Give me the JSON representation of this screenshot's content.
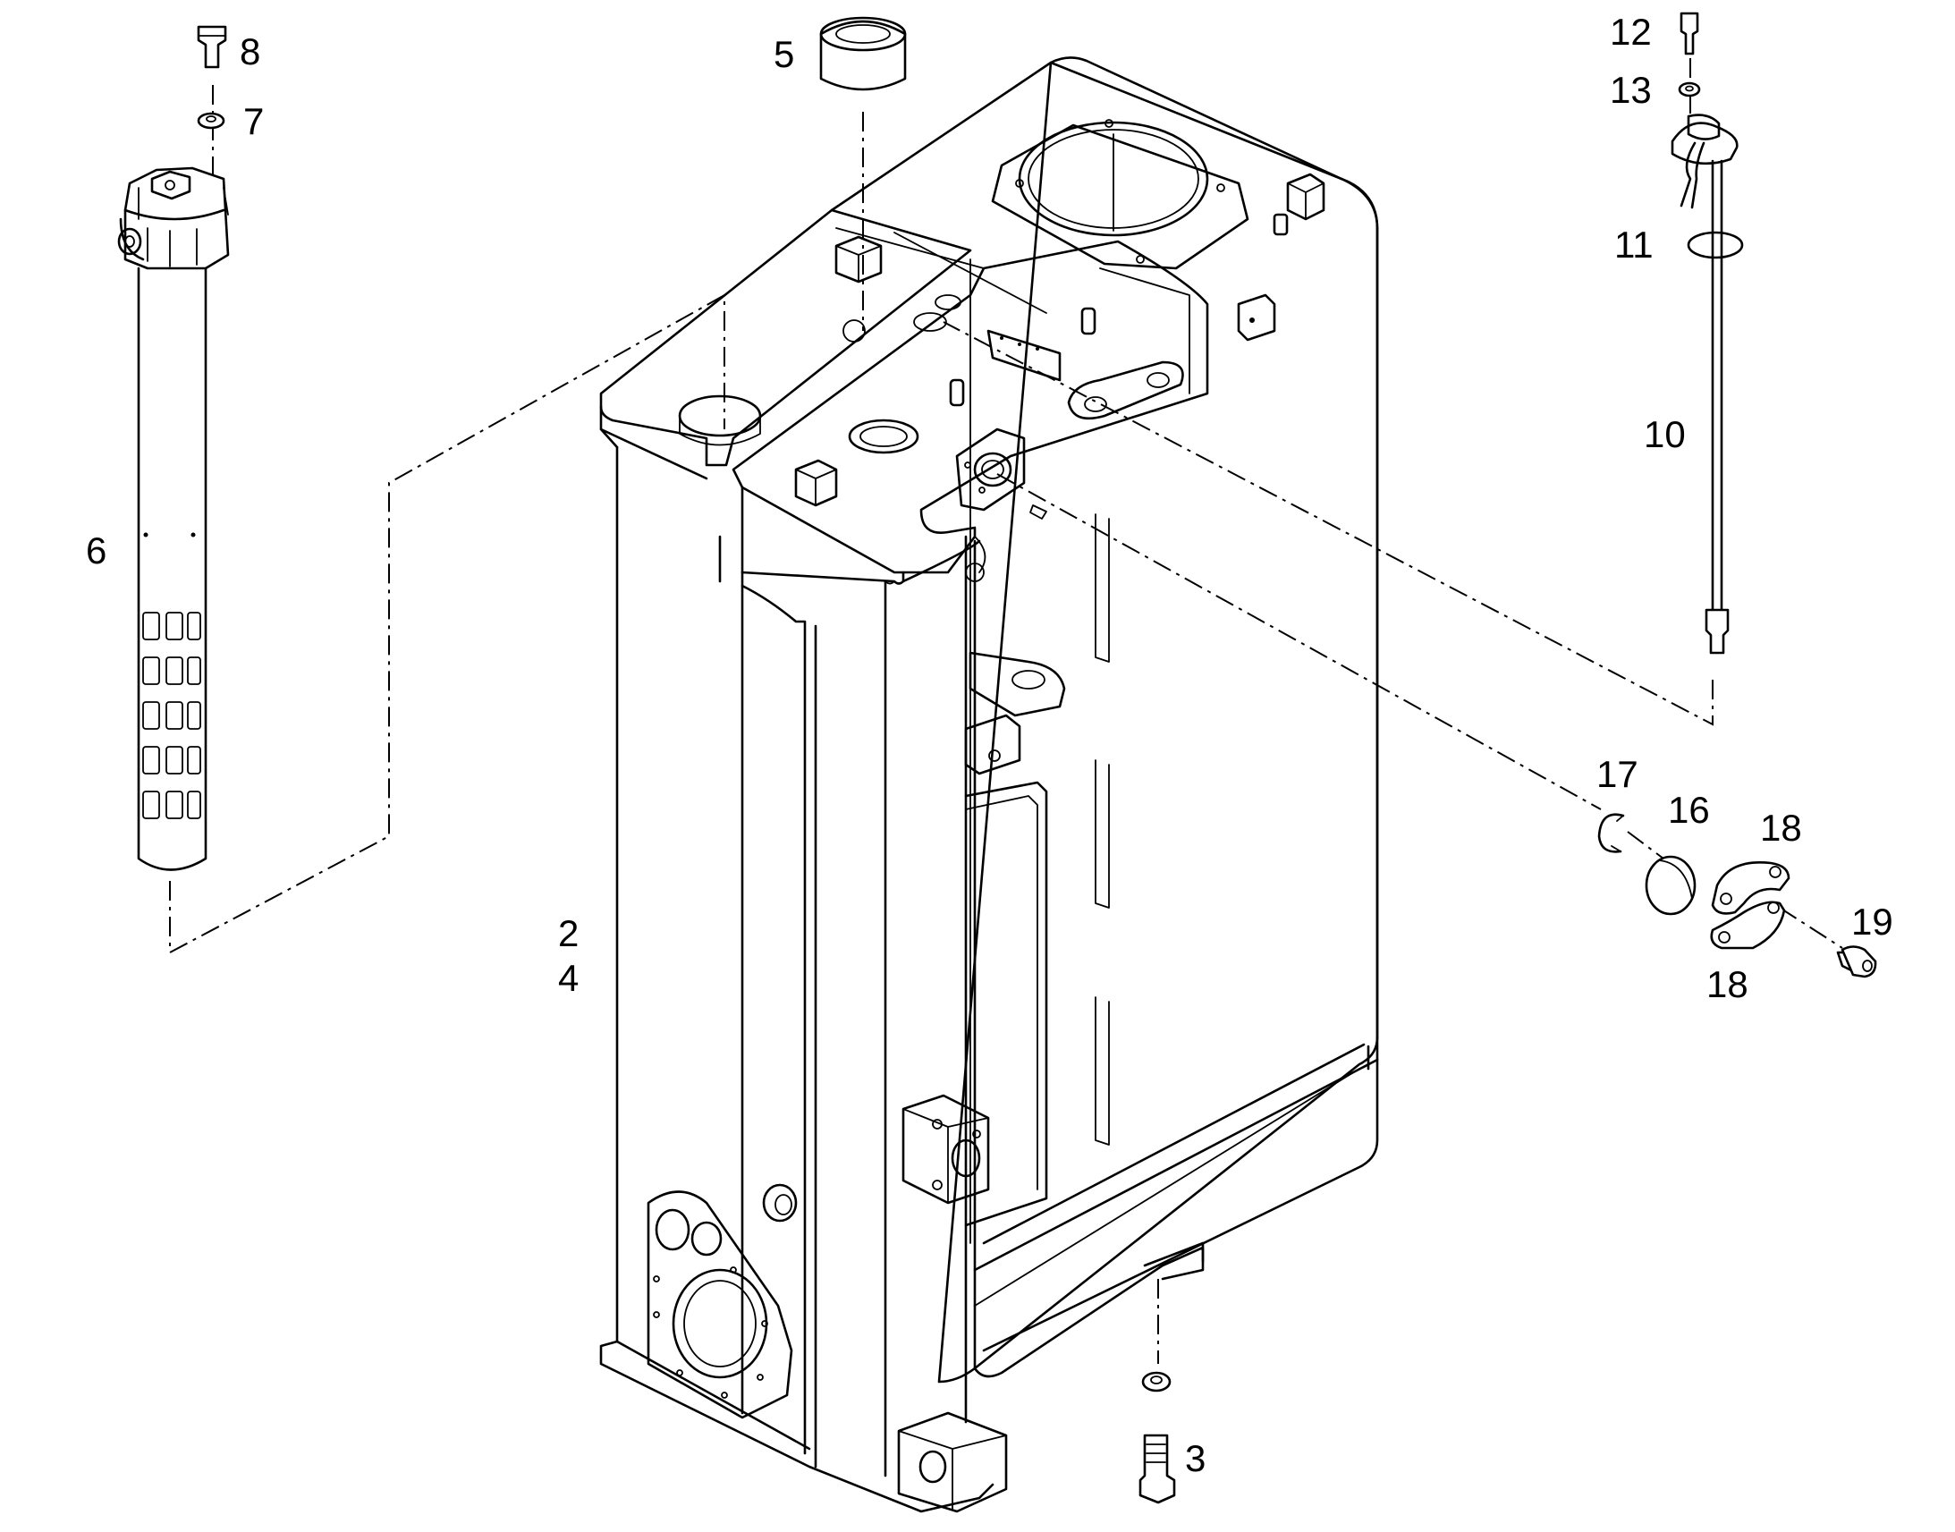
{
  "callouts": {
    "c2": "2",
    "c3": "3",
    "c4": "4",
    "c5": "5",
    "c6": "6",
    "c7": "7",
    "c8": "8",
    "c10": "10",
    "c11": "11",
    "c12": "12",
    "c13": "13",
    "c16": "16",
    "c17": "17",
    "c18a": "18",
    "c18b": "18",
    "c19": "19"
  }
}
